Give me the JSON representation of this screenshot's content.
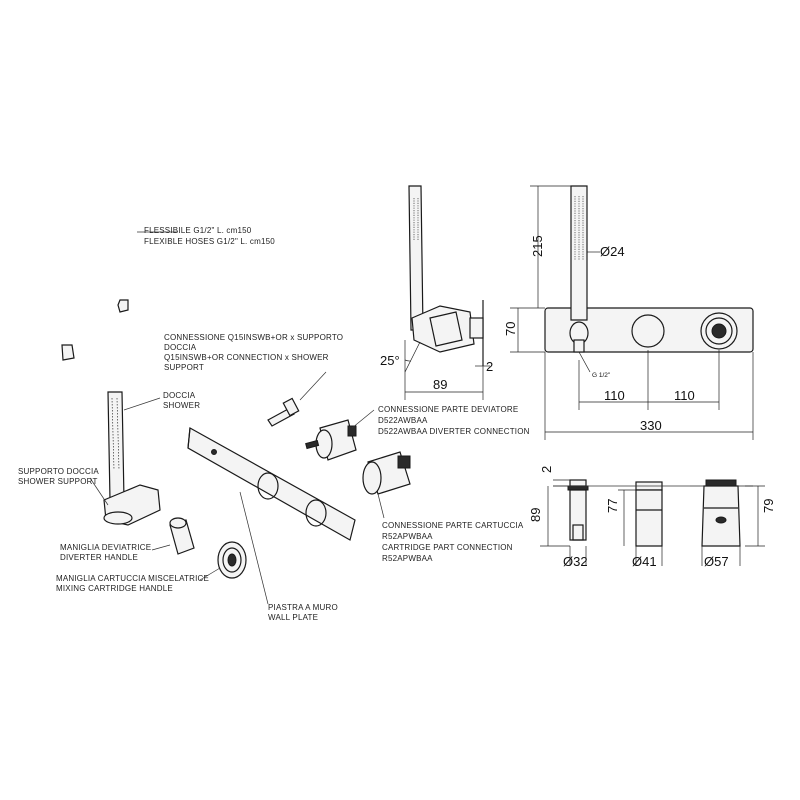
{
  "labels": {
    "hose_it": "FLESSIBILE G1/2\" L. cm150",
    "hose_en": "FLEXIBLE HOSES G1/2\" L. cm150",
    "conn_support_it_1": "CONNESSIONE Q15INSWB+OR x SUPPORTO",
    "conn_support_it_2": "DOCCIA",
    "conn_support_en_1": "Q15INSWB+OR CONNECTION x SHOWER",
    "conn_support_en_2": "SUPPORT",
    "shower_it": "DOCCIA",
    "shower_en": "SHOWER",
    "support_it": "SUPPORTO DOCCIA",
    "support_en": "SHOWER SUPPORT",
    "diverter_it": "CONNESSIONE PARTE DEVIATORE",
    "diverter_code": "D522AWBAA",
    "diverter_en": "D522AWBAA DIVERTER CONNECTION",
    "cartridge_it": "CONNESSIONE PARTE CARTUCCIA",
    "cartridge_code": "R52APWBAA",
    "cartridge_en_1": "CARTRIDGE PART CONNECTION",
    "cartridge_en_2": "R52APWBAA",
    "div_handle_it": "MANIGLIA DEVIATRICE",
    "div_handle_en": "DIVERTER HANDLE",
    "mix_handle_it": "MANIGLIA CARTUCCIA MISCELATRICE",
    "mix_handle_en": "MIXING CARTRIDGE HANDLE",
    "plate_it": "PIASTRA A MURO",
    "plate_en": "WALL PLATE"
  },
  "dimensions": {
    "d215": "215",
    "d70": "70",
    "d25": "25°",
    "d2a": "2",
    "d89a": "89",
    "dia24": "Ø24",
    "g12": "G 1/2\"",
    "d110a": "110",
    "d110b": "110",
    "d330": "330",
    "d2b": "2",
    "d89b": "89",
    "d77": "77",
    "d79": "79",
    "dia32": "Ø32",
    "dia41": "Ø41",
    "dia57": "Ø57"
  }
}
